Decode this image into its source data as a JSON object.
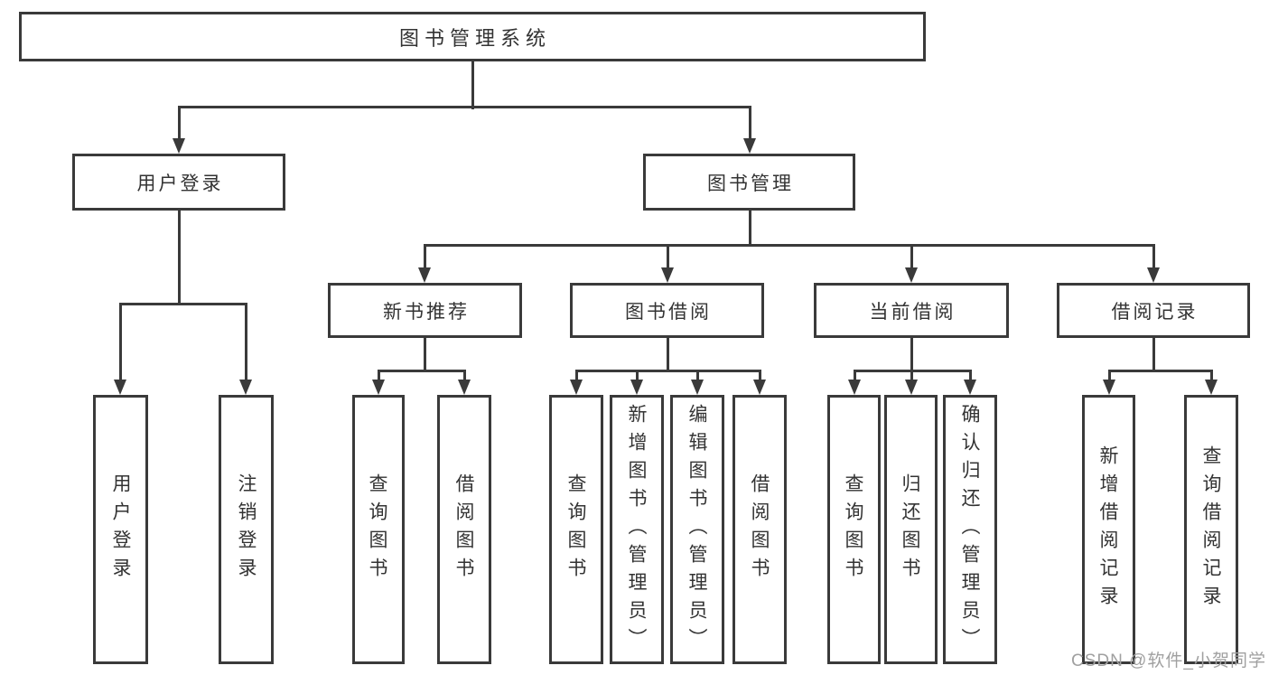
{
  "tree": {
    "label": "图书管理系统",
    "children": [
      {
        "label": "用户登录",
        "children": [
          {
            "label": "用户登录"
          },
          {
            "label": "注销登录"
          }
        ]
      },
      {
        "label": "图书管理",
        "children": [
          {
            "label": "新书推荐",
            "children": [
              {
                "label": "查询图书"
              },
              {
                "label": "借阅图书"
              }
            ]
          },
          {
            "label": "图书借阅",
            "children": [
              {
                "label": "查询图书"
              },
              {
                "label": "新增图书（管理员）"
              },
              {
                "label": "编辑图书（管理员）"
              },
              {
                "label": "借阅图书"
              }
            ]
          },
          {
            "label": "当前借阅",
            "children": [
              {
                "label": "查询图书"
              },
              {
                "label": "归还图书"
              },
              {
                "label": "确认归还（管理员）"
              }
            ]
          },
          {
            "label": "借阅记录",
            "children": [
              {
                "label": "新增借阅记录"
              },
              {
                "label": "查询借阅记录"
              }
            ]
          }
        ]
      }
    ]
  },
  "watermark": {
    "text": "CSDN @软件_小贺同学"
  },
  "colors": {
    "line": "#3a3a3a",
    "text": "#333333",
    "box_background": "#ffffff",
    "watermark": "#a0a0a0"
  }
}
